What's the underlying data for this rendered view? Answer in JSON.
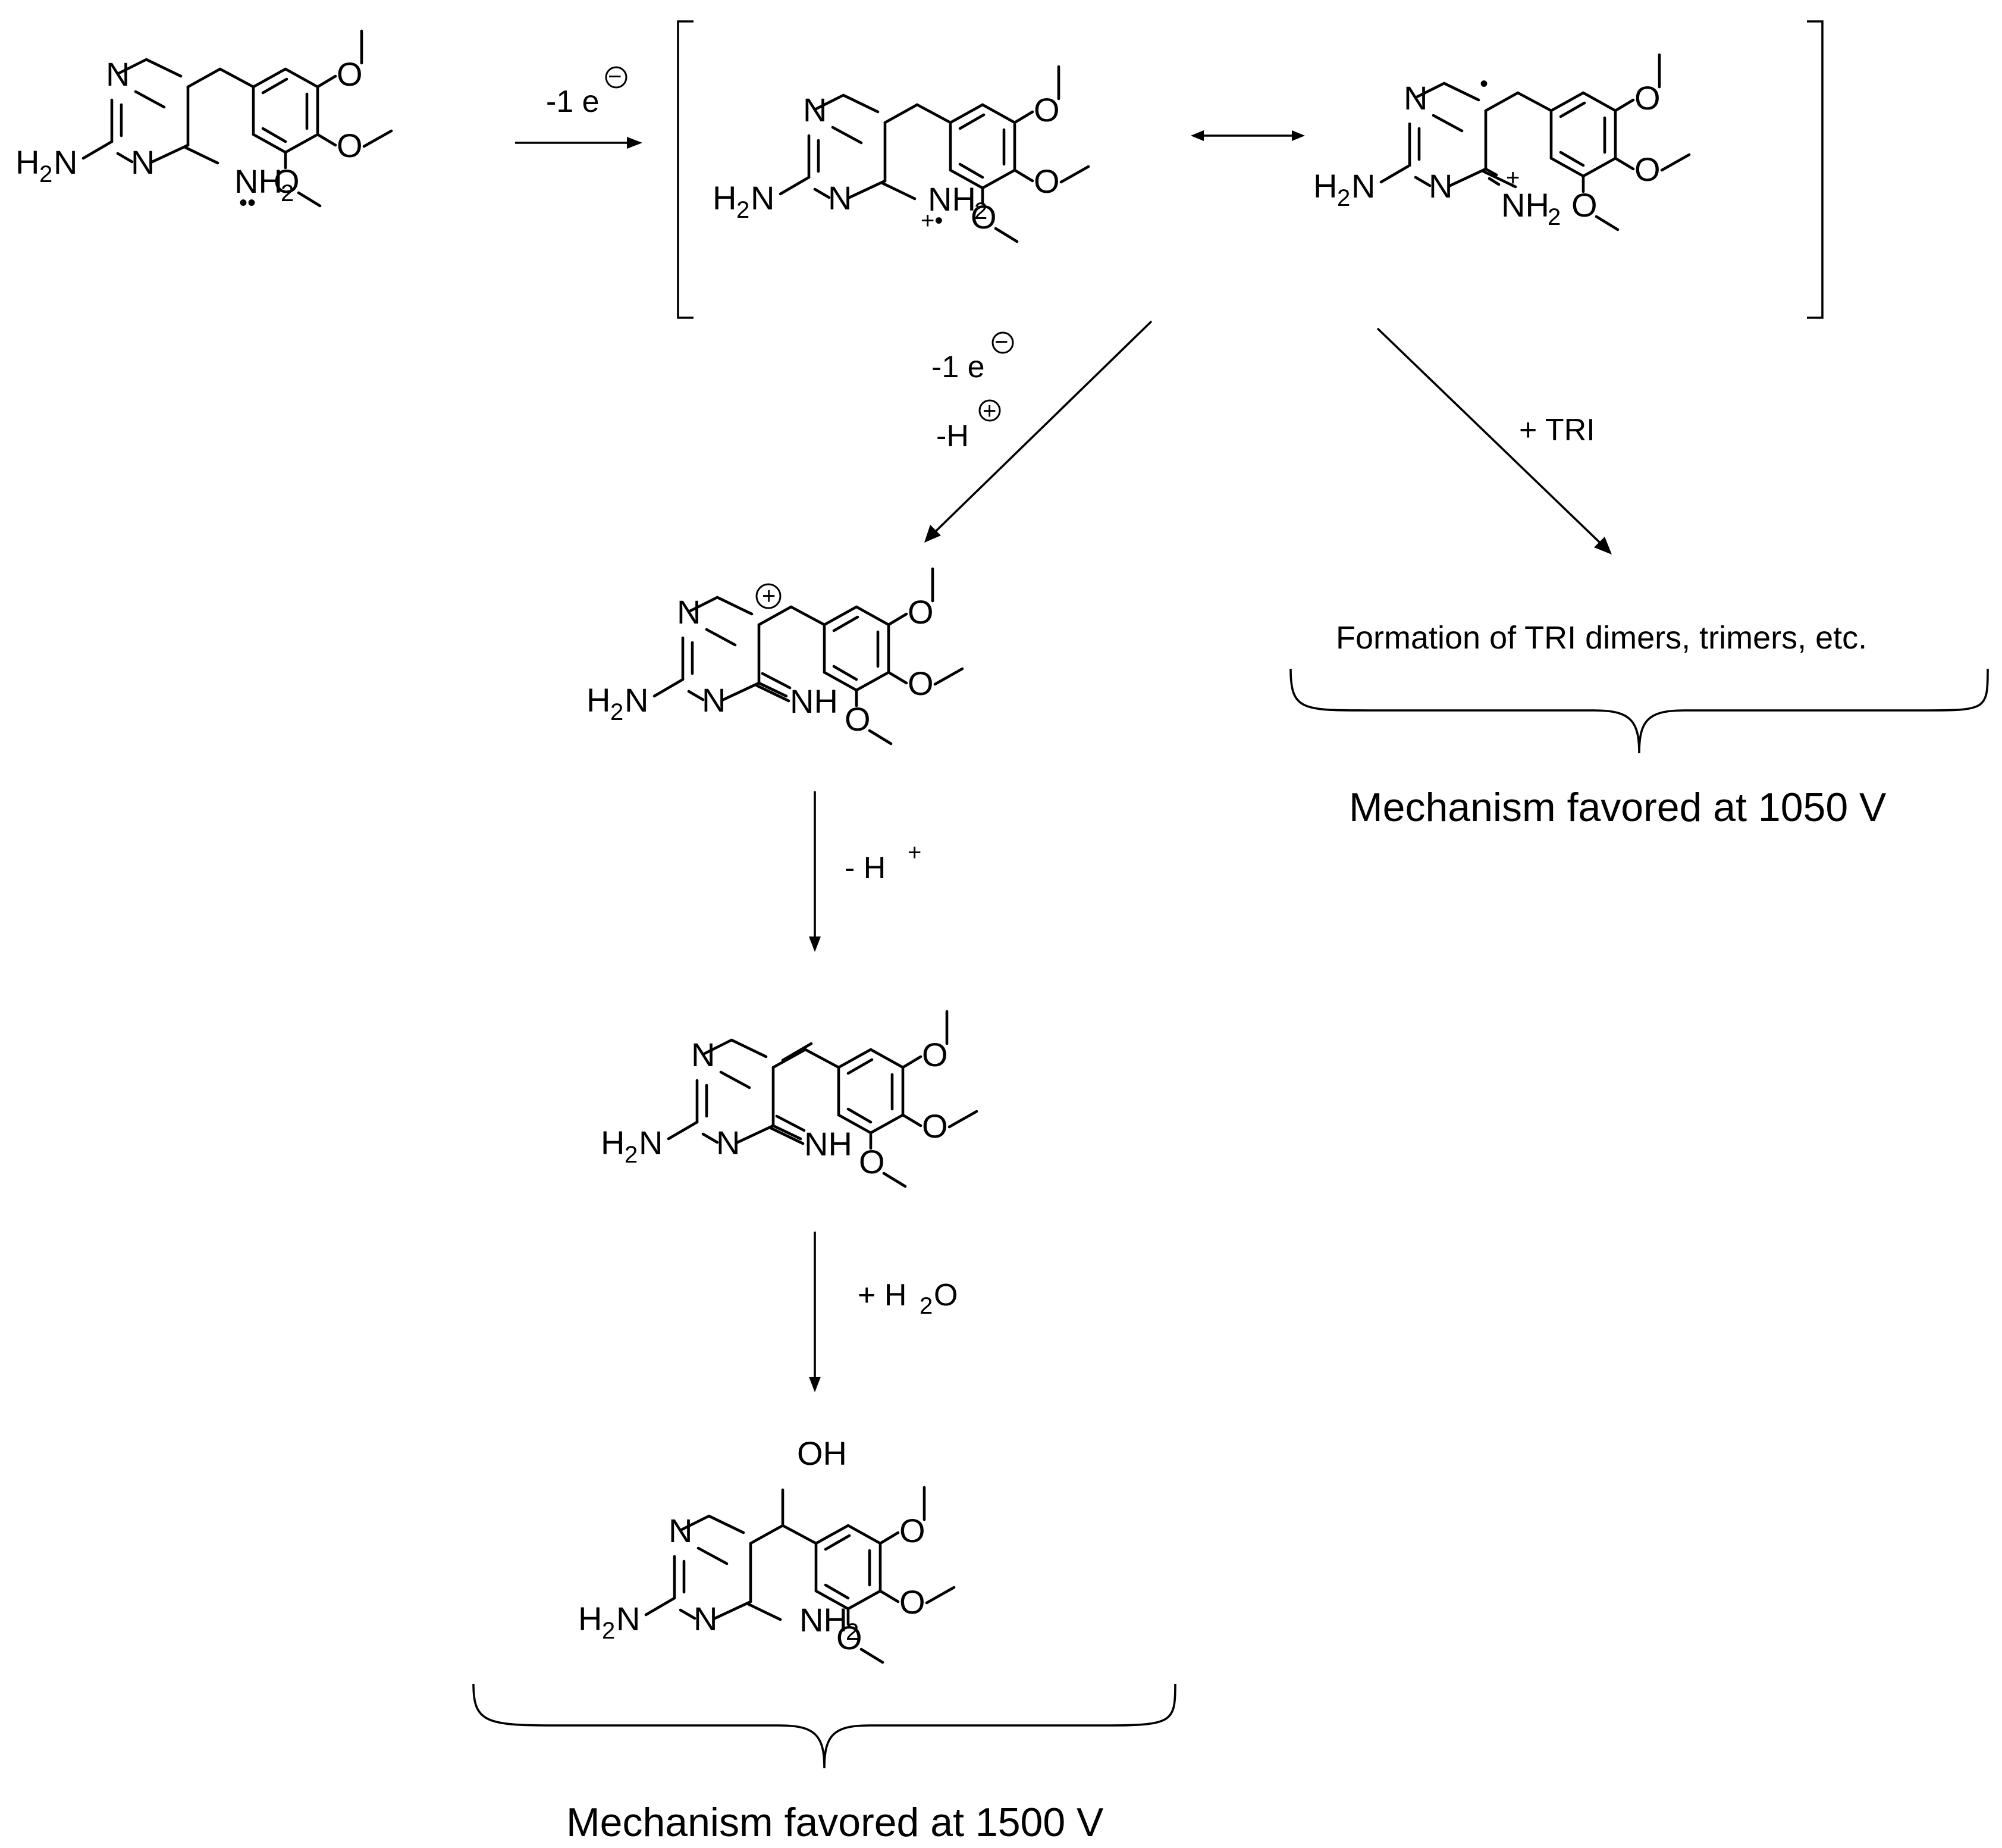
{
  "atoms": {
    "N": "N",
    "H": "H",
    "H2": "H",
    "two": "2",
    "NH": "NH",
    "NH2": "NH",
    "O": "O",
    "OH": "OH"
  },
  "charges": {
    "plus": "+",
    "minus": "−",
    "radical_cation": "+•",
    "radical": "•",
    "lone_pair": "••"
  },
  "reagents": {
    "step1_minus": "-1 e",
    "step2_minus": "-1 e",
    "step2_proton": "-H",
    "step3": "- H",
    "step4_plus": "+ H",
    "step4_suffix": "O",
    "tri": "+ TRI"
  },
  "labels": {
    "formation": "Formation of TRI dimers, trimers, etc.",
    "mech_1050": "Mechanism favored at 1050 V",
    "mech_1500": "Mechanism favored at 1500 V"
  }
}
